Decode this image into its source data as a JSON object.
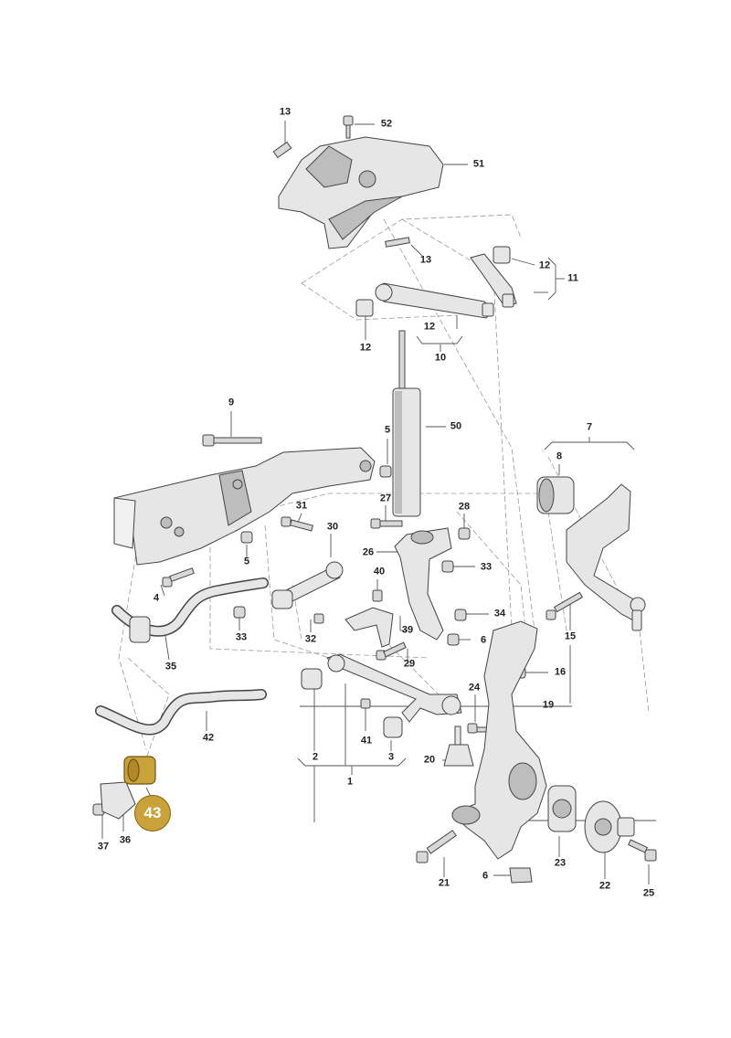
{
  "diagram": {
    "colors": {
      "part_fill": "#e6e6e6",
      "part_shade": "#bdbdbd",
      "outline": "#444444",
      "leader": "#555555",
      "dash": "#9a9a9a",
      "highlight": "#c9a23a",
      "highlight_text": "#ffffff"
    },
    "callouts": {
      "c13a": "13",
      "c52": "52",
      "c51": "51",
      "c13b": "13",
      "c12a": "12",
      "c11": "11",
      "c12b": "12",
      "c12c": "12",
      "c10": "10",
      "c9": "9",
      "c5a": "5",
      "c50": "50",
      "c7": "7",
      "c8": "8",
      "c27": "27",
      "c28": "28",
      "c31": "31",
      "c30": "30",
      "c5b": "5",
      "c26": "26",
      "c33a": "33",
      "c4": "4",
      "c40": "40",
      "c34": "34",
      "c33b": "33",
      "c15": "15",
      "c39": "39",
      "c32": "32",
      "c6a": "6",
      "c29": "29",
      "c35": "35",
      "c16": "16",
      "c24": "24",
      "c19": "19",
      "c42": "42",
      "c41": "41",
      "c3": "3",
      "c20": "20",
      "c2": "2",
      "c1": "1",
      "c37": "37",
      "c36": "36",
      "c21": "21",
      "c23": "23",
      "c6b": "6",
      "c22": "22",
      "c25": "25"
    },
    "highlighted_callout": "43"
  }
}
